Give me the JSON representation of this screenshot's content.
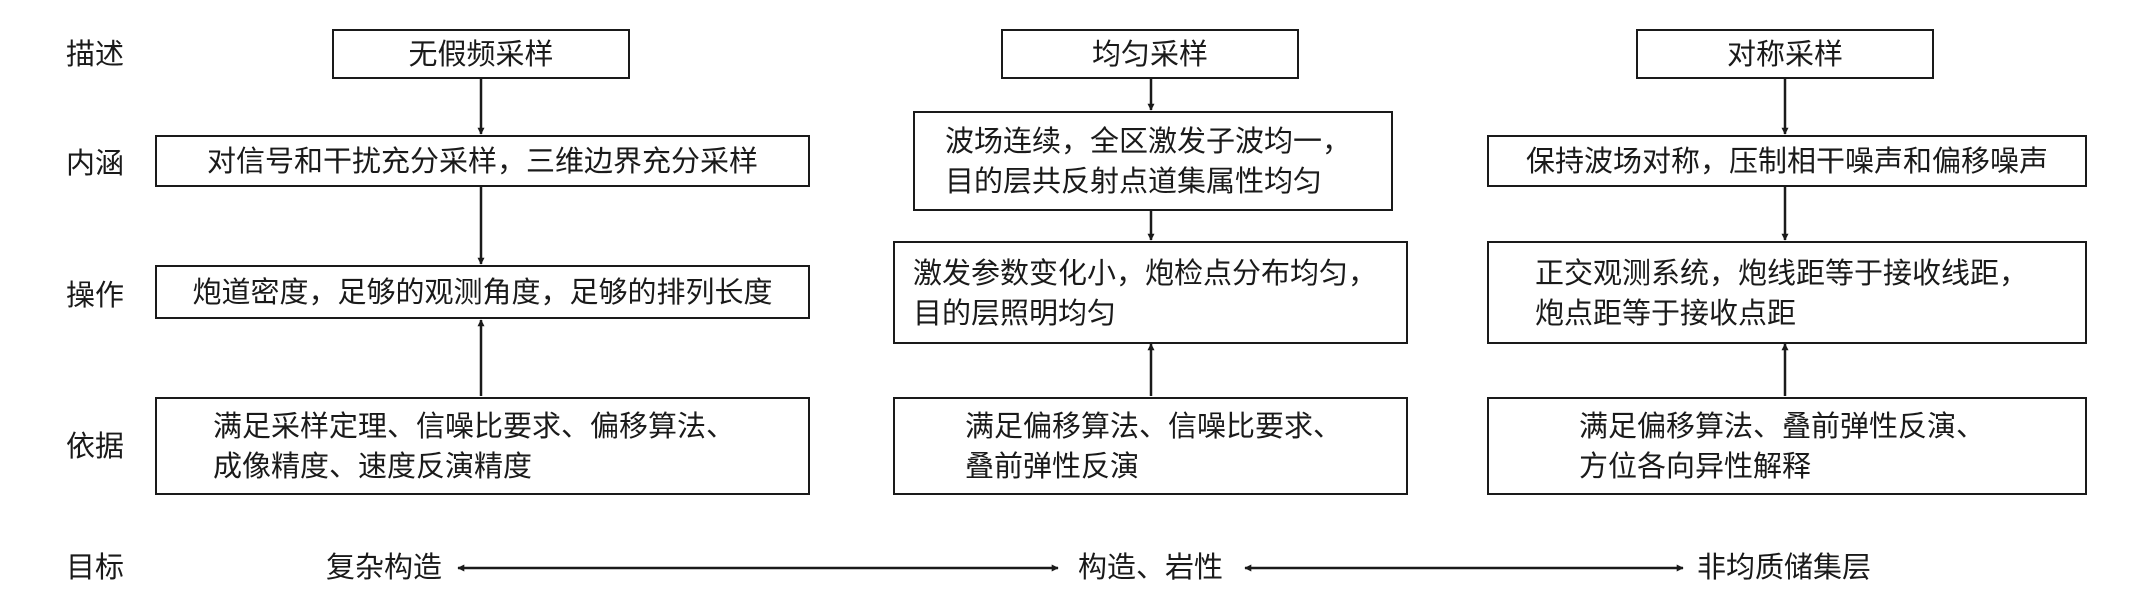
{
  "row_labels": {
    "description": "描述",
    "connotation": "内涵",
    "operation": "操作",
    "basis": "依据",
    "target": "目标"
  },
  "columns": [
    {
      "description": "无假频采样",
      "connotation": [
        "对信号和干扰充分采样，三维边界充分采样"
      ],
      "operation": [
        "炮道密度，足够的观测角度，足够的排列长度"
      ],
      "basis": [
        "满足采样定理、信噪比要求、偏移算法、",
        "成像精度、速度反演精度"
      ]
    },
    {
      "description": "均匀采样",
      "connotation": [
        "波场连续，全区激发子波均一，",
        "目的层共反射点道集属性均匀"
      ],
      "operation": [
        "激发参数变化小，炮检点分布均匀，",
        "目的层照明均匀"
      ],
      "basis": [
        "满足偏移算法、信噪比要求、",
        "叠前弹性反演"
      ]
    },
    {
      "description": "对称采样",
      "connotation": [
        "保持波场对称，压制相干噪声和偏移噪声"
      ],
      "operation": [
        "正交观测系统，炮线距等于接收线距，",
        "炮点距等于接收点距"
      ],
      "basis": [
        "满足偏移算法、叠前弹性反演、",
        "方位各向异性解释"
      ]
    }
  ],
  "targets": {
    "left": "复杂构造",
    "middle": "构造、岩性",
    "right": "非均质储集层"
  }
}
